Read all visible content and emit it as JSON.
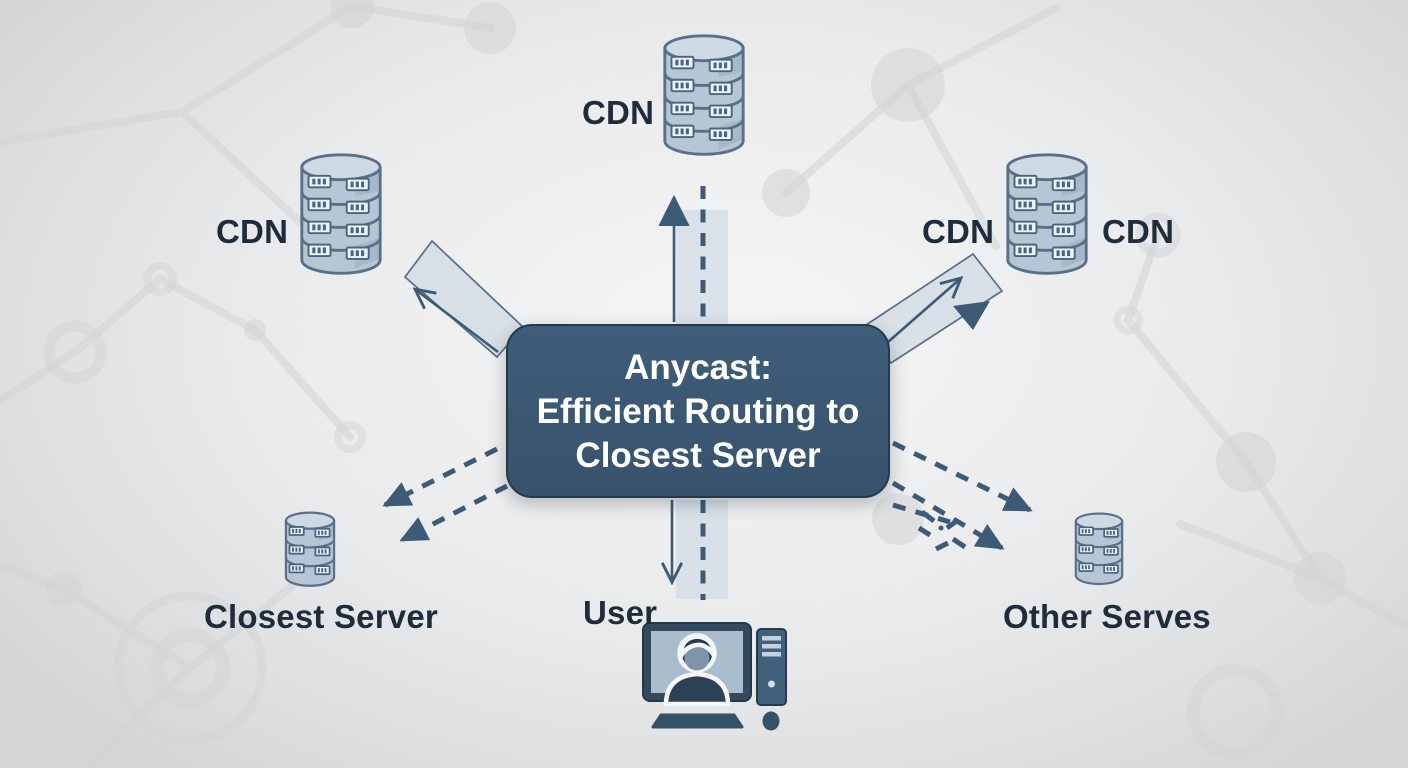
{
  "theme": {
    "bg_edge": "#d4d5d7",
    "bg_center": "#f6f6f7",
    "box_fill": "#3f5d79",
    "box_border": "#24394e",
    "box_text": "#ffffff",
    "label_color": "#1e2c3c",
    "arrow_dark": "#3d5a76",
    "band_light": "#d5dde5",
    "db_fill": "#b7c6d5",
    "db_top": "#cdd9e3",
    "db_stroke": "#587089",
    "net_color": "#d2d3d5"
  },
  "center_box": {
    "title_lines": [
      "Anycast:",
      "Efficient Routing to",
      "Closest Server"
    ]
  },
  "nodes": {
    "cdn_top": {
      "label": "CDN"
    },
    "cdn_left": {
      "label": "CDN"
    },
    "cdn_right": {
      "label_left": "CDN",
      "label_right": "CDN"
    },
    "closest_server": {
      "label": "Closest Server"
    },
    "user": {
      "label": "User"
    },
    "other_servers": {
      "label": "Other Serves"
    }
  },
  "icons": {
    "server": "database-cylinder-icon",
    "user": "user-at-desktop-computer-icon"
  }
}
